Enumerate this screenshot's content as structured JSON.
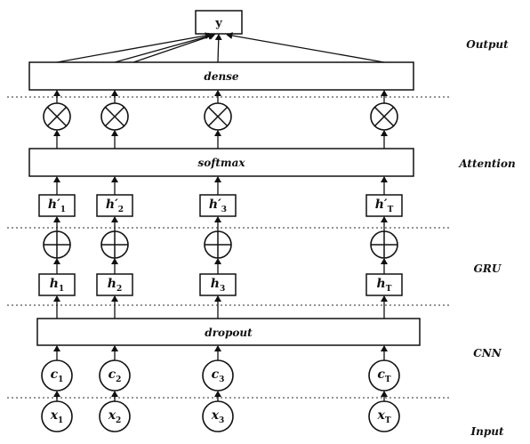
{
  "output_node": {
    "label": "y"
  },
  "bars": {
    "dense": "dense",
    "softmax": "softmax",
    "dropout": "dropout"
  },
  "layers": {
    "output": "Output",
    "attention": "Attention",
    "gru": "GRU",
    "cnn": "CNN",
    "input": "Input"
  },
  "columns": [
    {
      "x_base": "x",
      "x_sub": "1",
      "c_base": "c",
      "c_sub": "1",
      "h_base": "h",
      "h_sub": "1",
      "hp_base": "h′",
      "hp_sub": "1"
    },
    {
      "x_base": "x",
      "x_sub": "2",
      "c_base": "c",
      "c_sub": "2",
      "h_base": "h",
      "h_sub": "2",
      "hp_base": "h′",
      "hp_sub": "2"
    },
    {
      "x_base": "x",
      "x_sub": "3",
      "c_base": "c",
      "c_sub": "3",
      "h_base": "h",
      "h_sub": "3",
      "hp_base": "h′",
      "hp_sub": "3"
    },
    {
      "x_base": "x",
      "x_sub": "T",
      "c_base": "c",
      "c_sub": "T",
      "h_base": "h",
      "h_sub": "T",
      "hp_base": "h′",
      "hp_sub": "T"
    }
  ]
}
